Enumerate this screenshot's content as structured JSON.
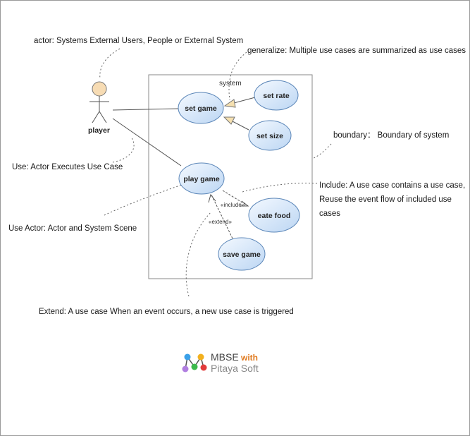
{
  "annotations": {
    "actor": "actor: Systems External Users,  People or External System",
    "generalize": "generalize:  Multiple use cases are summarized as use cases",
    "boundary": "boundary： Boundary of system",
    "use": "Use:  Actor Executes  Use Case",
    "include_line1": "Include:  A use case contains a use case,",
    "include_line2": "Reuse the event flow of included use",
    "include_line3": "cases",
    "use_actor": "Use Actor:  Actor and System Scene",
    "extend": "Extend:  A use case When an event occurs, a new use case is triggered"
  },
  "system": {
    "label": "system"
  },
  "actor": {
    "name": "player"
  },
  "use_cases": {
    "set_game": "set game",
    "set_rate": "set rate",
    "set_size": "set  size",
    "play_game": "play game",
    "eate_food": "eate food",
    "save_game": "save game"
  },
  "relations": {
    "include": "«include»",
    "extend": "«extend»"
  },
  "logo": {
    "line1": "MBSE",
    "with": "with",
    "line2": "Pitaya Soft"
  },
  "colors": {
    "usecase_fill_light": "#eef5ff",
    "usecase_fill_dark": "#c3daf5",
    "usecase_stroke": "#5b86b8",
    "actor_head": "#f7dcb4",
    "generalization_arrow": "#f5e0b0",
    "logo_orange": "#e07a1f"
  }
}
